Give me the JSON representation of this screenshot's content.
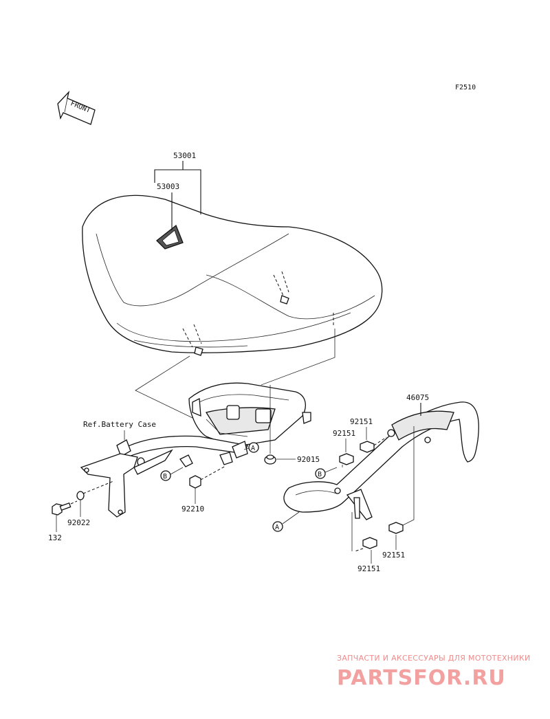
{
  "diagram_code": "F2510",
  "front_label": "FRONT",
  "reference_label": "Ref.Battery Case",
  "callouts": {
    "a_upper": "A",
    "a_lower": "A",
    "b_left": "B",
    "b_right": "B"
  },
  "parts": {
    "seat_assy": "53001",
    "seat_cover": "53003",
    "grab_rail": "46075",
    "bolt_rail_top_a": "92151",
    "bolt_rail_top_b": "92151",
    "bolt_rail_side": "92151",
    "bolt_rail_bottom": "92151",
    "grommet": "92015",
    "nut": "92210",
    "washer": "92022",
    "bolt": "132"
  },
  "watermark": {
    "line1": "ЗАПЧАСТИ И АКСЕССУАРЫ ДЛЯ МОТОТЕХНИКИ",
    "line2": "PARTSFOR.RU"
  }
}
